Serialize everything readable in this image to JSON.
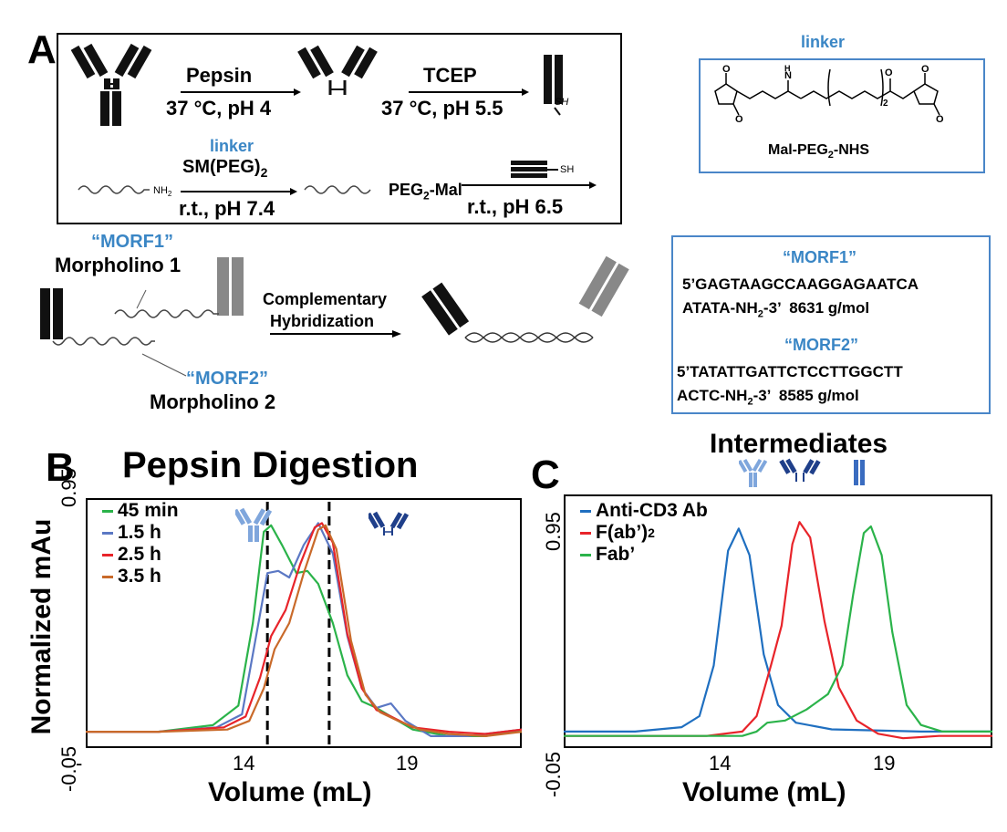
{
  "panel_a": {
    "letter": "A",
    "pepsin": "Pepsin",
    "pepsin_cond": "37 °C, pH 4",
    "tcep": "TCEP",
    "tcep_cond": "37 °C, pH 5.5",
    "sh": "SH",
    "nh2": "NH",
    "nh2_sub": "2",
    "linker1": "linker",
    "sm_peg": "SM(PEG)",
    "sm_peg_sub": "2",
    "cond_74": "r.t., pH 7.4",
    "peg_mal": "PEG",
    "peg_mal_sub": "2",
    "peg_mal_end": "-Mal",
    "cond_65": "r.t., pH 6.5",
    "sh2": "SH",
    "linker2": "linker",
    "mal_peg_nhs": "Mal-PEG",
    "mal_peg_nhs_sub": "2",
    "mal_peg_nhs_end": "-NHS",
    "morf1_quote": "“MORF1”",
    "morpholino1": "Morpholino 1",
    "comp_hyb_1": "Complementary",
    "comp_hyb_2": "Hybridization",
    "morf2_quote": "“MORF2”",
    "morpholino2": "Morpholino 2",
    "seq_box": {
      "morf1_title": "“MORF1”",
      "morf1_line1": "5’GAGTAAGCCAAGGAGAATCA",
      "morf1_line2a": "ATATA-NH",
      "morf1_line2_sub": "2",
      "morf1_line2b": "-3’  8631 g/mol",
      "morf2_title": "“MORF2”",
      "morf2_line1": "5’TATATTGATTCTCCTTGGCTT",
      "morf2_line2a": "ACTC-NH",
      "morf2_line2_sub": "2",
      "morf2_line2b": "-3’  8585 g/mol"
    }
  },
  "chart_data": [
    {
      "panel": "B",
      "type": "line",
      "title": "Pepsin Digestion",
      "xlabel": "Volume (mL)",
      "ylabel": "Normalized mAu",
      "xlim": [
        10,
        22
      ],
      "ylim": [
        -0.05,
        1.05
      ],
      "x_ticks": [
        "14",
        "19"
      ],
      "y_ticks": [
        "0.95",
        "-0.05"
      ],
      "reference_lines_x": [
        15.0,
        16.7
      ],
      "legend": "top-left",
      "series": [
        {
          "name": "45 min",
          "color": "#2bb34a",
          "points": [
            [
              10,
              0.0
            ],
            [
              12,
              0.0
            ],
            [
              13.5,
              0.03
            ],
            [
              14.2,
              0.12
            ],
            [
              14.6,
              0.5
            ],
            [
              14.9,
              0.92
            ],
            [
              15.1,
              0.95
            ],
            [
              15.4,
              0.86
            ],
            [
              15.8,
              0.73
            ],
            [
              16.1,
              0.74
            ],
            [
              16.4,
              0.68
            ],
            [
              16.8,
              0.5
            ],
            [
              17.2,
              0.26
            ],
            [
              17.6,
              0.14
            ],
            [
              18,
              0.11
            ],
            [
              18.4,
              0.07
            ],
            [
              19,
              0.01
            ],
            [
              20,
              -0.02
            ],
            [
              21,
              -0.02
            ],
            [
              22,
              0.01
            ]
          ]
        },
        {
          "name": "1.5 h",
          "color": "#5b78c4",
          "points": [
            [
              10,
              0.0
            ],
            [
              12,
              0.0
            ],
            [
              13.6,
              0.02
            ],
            [
              14.3,
              0.08
            ],
            [
              14.7,
              0.45
            ],
            [
              15.0,
              0.73
            ],
            [
              15.3,
              0.74
            ],
            [
              15.6,
              0.71
            ],
            [
              16.0,
              0.86
            ],
            [
              16.4,
              0.96
            ],
            [
              16.8,
              0.82
            ],
            [
              17.2,
              0.44
            ],
            [
              17.6,
              0.2
            ],
            [
              18,
              0.11
            ],
            [
              18.4,
              0.13
            ],
            [
              18.8,
              0.05
            ],
            [
              19.5,
              -0.02
            ],
            [
              20.5,
              -0.02
            ],
            [
              22,
              0.01
            ]
          ]
        },
        {
          "name": "2.5 h",
          "color": "#e8242a",
          "points": [
            [
              10,
              0.0
            ],
            [
              12,
              0.0
            ],
            [
              13.8,
              0.02
            ],
            [
              14.4,
              0.07
            ],
            [
              14.8,
              0.25
            ],
            [
              15.1,
              0.44
            ],
            [
              15.5,
              0.56
            ],
            [
              15.9,
              0.77
            ],
            [
              16.3,
              0.94
            ],
            [
              16.5,
              0.96
            ],
            [
              16.8,
              0.87
            ],
            [
              17.2,
              0.45
            ],
            [
              17.6,
              0.2
            ],
            [
              18,
              0.1
            ],
            [
              18.4,
              0.07
            ],
            [
              19,
              0.02
            ],
            [
              20,
              0.0
            ],
            [
              21,
              -0.01
            ],
            [
              22,
              0.01
            ]
          ]
        },
        {
          "name": "3.5 h",
          "color": "#c96a2a",
          "points": [
            [
              10,
              0.0
            ],
            [
              12,
              0.0
            ],
            [
              13.9,
              0.01
            ],
            [
              14.5,
              0.05
            ],
            [
              14.9,
              0.2
            ],
            [
              15.2,
              0.38
            ],
            [
              15.6,
              0.5
            ],
            [
              16.0,
              0.73
            ],
            [
              16.4,
              0.93
            ],
            [
              16.6,
              0.95
            ],
            [
              16.9,
              0.84
            ],
            [
              17.3,
              0.42
            ],
            [
              17.7,
              0.17
            ],
            [
              18.1,
              0.09
            ],
            [
              18.6,
              0.05
            ],
            [
              19.2,
              0.01
            ],
            [
              20,
              -0.01
            ],
            [
              21,
              -0.02
            ],
            [
              22,
              0.0
            ]
          ]
        }
      ]
    },
    {
      "panel": "C",
      "type": "line",
      "title": "Intermediates",
      "xlabel": "Volume (mL)",
      "ylabel": "",
      "xlim": [
        10,
        22
      ],
      "ylim": [
        -0.05,
        1.05
      ],
      "x_ticks": [
        "14",
        "19"
      ],
      "y_ticks": [
        "0.95",
        "-0.05"
      ],
      "legend": "top-left",
      "series": [
        {
          "name": "Anti-CD3 Ab",
          "color": "#1f6fc0",
          "points": [
            [
              10,
              0.0
            ],
            [
              12,
              0.0
            ],
            [
              13.3,
              0.02
            ],
            [
              13.8,
              0.07
            ],
            [
              14.2,
              0.3
            ],
            [
              14.6,
              0.82
            ],
            [
              14.9,
              0.92
            ],
            [
              15.2,
              0.8
            ],
            [
              15.6,
              0.35
            ],
            [
              16.0,
              0.12
            ],
            [
              16.5,
              0.04
            ],
            [
              17.5,
              0.01
            ],
            [
              20,
              0.0
            ],
            [
              22,
              0.0
            ]
          ]
        },
        {
          "name": "F(ab’)",
          "color": "#e8242a",
          "points": [
            [
              10,
              -0.02
            ],
            [
              14,
              -0.02
            ],
            [
              15.0,
              0.0
            ],
            [
              15.4,
              0.07
            ],
            [
              15.8,
              0.3
            ],
            [
              16.1,
              0.48
            ],
            [
              16.4,
              0.85
            ],
            [
              16.6,
              0.95
            ],
            [
              16.9,
              0.88
            ],
            [
              17.3,
              0.5
            ],
            [
              17.7,
              0.2
            ],
            [
              18.2,
              0.05
            ],
            [
              18.8,
              -0.01
            ],
            [
              19.5,
              -0.03
            ],
            [
              20.5,
              -0.02
            ],
            [
              22,
              -0.02
            ]
          ]
        },
        {
          "name": "Fab’",
          "color": "#2bb34a",
          "points": [
            [
              10,
              -0.02
            ],
            [
              15.0,
              -0.02
            ],
            [
              15.4,
              0.0
            ],
            [
              15.7,
              0.04
            ],
            [
              16.2,
              0.05
            ],
            [
              16.8,
              0.1
            ],
            [
              17.4,
              0.17
            ],
            [
              17.8,
              0.3
            ],
            [
              18.1,
              0.62
            ],
            [
              18.4,
              0.9
            ],
            [
              18.6,
              0.93
            ],
            [
              18.9,
              0.8
            ],
            [
              19.2,
              0.45
            ],
            [
              19.6,
              0.12
            ],
            [
              20.0,
              0.03
            ],
            [
              20.6,
              0.0
            ],
            [
              22,
              0.0
            ]
          ]
        }
      ],
      "legend_sub_for_fab2": "2"
    }
  ],
  "panel_b": {
    "letter": "B"
  },
  "panel_c": {
    "letter": "C"
  }
}
